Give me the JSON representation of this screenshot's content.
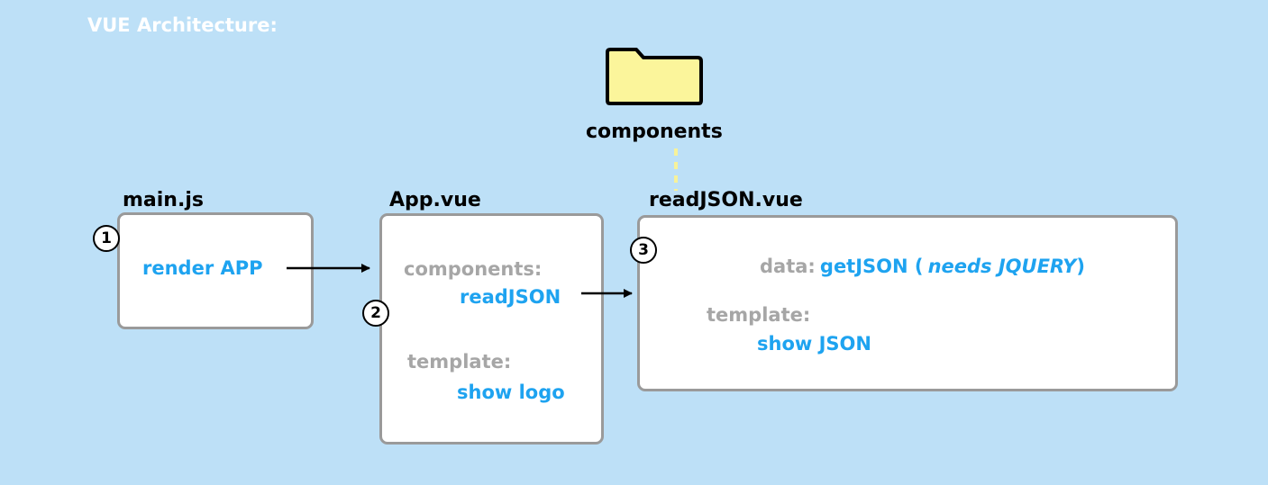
{
  "title": "VUE Architecture:",
  "folder": {
    "label": "components",
    "icon": "folder-icon"
  },
  "main_js": {
    "title": "main.js",
    "step": "1",
    "action": "render APP"
  },
  "app_vue": {
    "title": "App.vue",
    "step": "2",
    "components_label": "components:",
    "components_value": "readJSON",
    "template_label": "template:",
    "template_value": "show logo"
  },
  "read_json_vue": {
    "title": "readJSON.vue",
    "step": "3",
    "data_label": "data:",
    "data_value": "getJSON (",
    "data_note": "needs JQUERY",
    "data_close": ")",
    "template_label": "template:",
    "template_value": "show JSON"
  },
  "colors": {
    "background": "#bde0f7",
    "accent": "#1ea3f0",
    "label_grey": "#a6a6a6",
    "folder_fill": "#fbf59b",
    "connector_yellow": "#f7f29a"
  }
}
